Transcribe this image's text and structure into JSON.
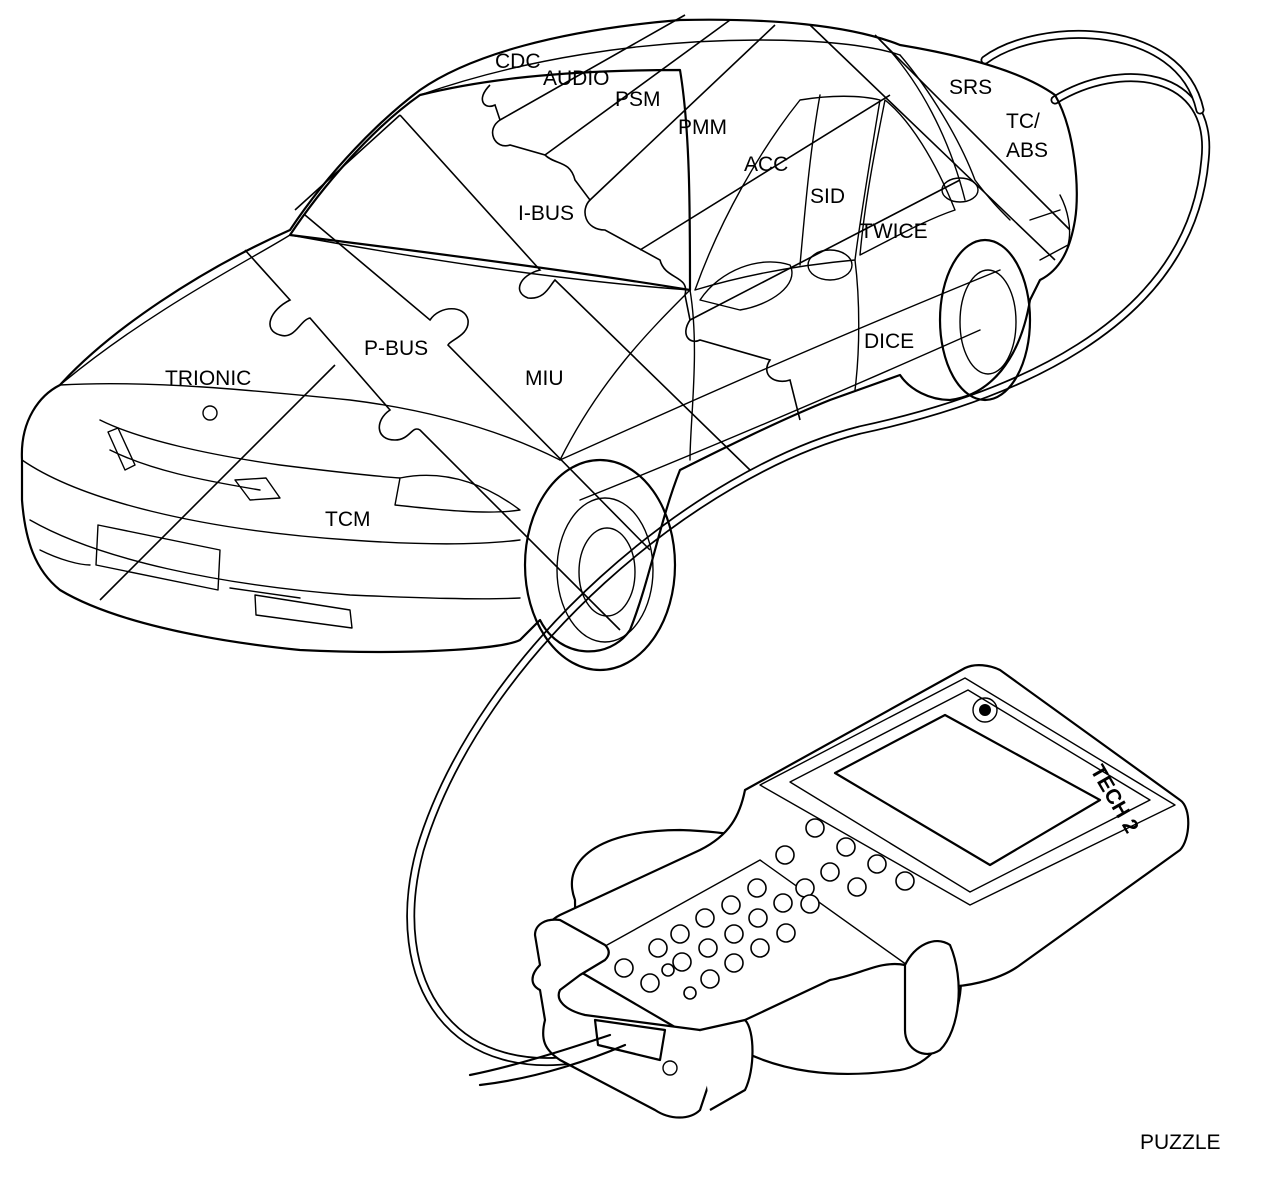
{
  "labels": {
    "cdc": "CDC",
    "audio": "AUDIO",
    "psm": "PSM",
    "pmm": "PMM",
    "acc": "ACC",
    "srs": "SRS",
    "tc": "TC/",
    "abs": "ABS",
    "ibus": "I-BUS",
    "sid": "SID",
    "twice": "TWICE",
    "trionic": "TRIONIC",
    "pbus": "P-BUS",
    "miu": "MIU",
    "dice": "DICE",
    "tcm": "TCM"
  },
  "device": {
    "name": "TECH 2"
  },
  "caption": "PUZZLE"
}
